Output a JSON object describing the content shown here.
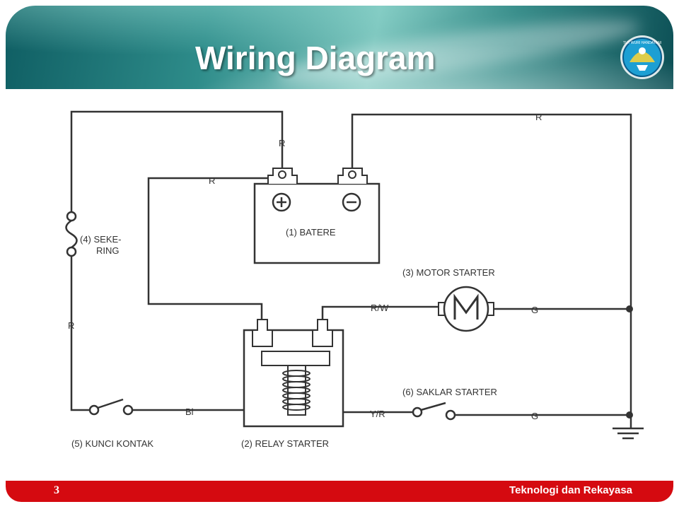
{
  "slide": {
    "title": "Wiring Diagram",
    "page_number": "3",
    "footer_text": "Teknologi dan Rekayasa",
    "logo_icon": "tut-wuri-handayani-logo-icon",
    "logo_text": "TUT WURI HANDAYANI"
  },
  "diagram": {
    "components": {
      "battery": "(1)  BATERE",
      "relay": "(2) RELAY STARTER",
      "motor": "(3) MOTOR STARTER",
      "fuse_line1": "(4)  SEKE-",
      "fuse_line2": "RING",
      "ignition": "(5) KUNCI KONTAK",
      "starter_switch": "(6) SAKLAR STARTER"
    },
    "wires": {
      "r_top_right": "R",
      "r_battery_pos": "R",
      "r_battery_left": "R",
      "r_left_vertical": "R",
      "rw": "R/W",
      "g_motor": "G",
      "bl": "Bl",
      "yr": "Y/R",
      "g_switch": "G"
    },
    "symbols": {
      "positive": "+",
      "negative": "−"
    }
  },
  "colors": {
    "footer_red": "#d50a10",
    "wire": "#333333",
    "header_teal": "#2e8c8a"
  }
}
